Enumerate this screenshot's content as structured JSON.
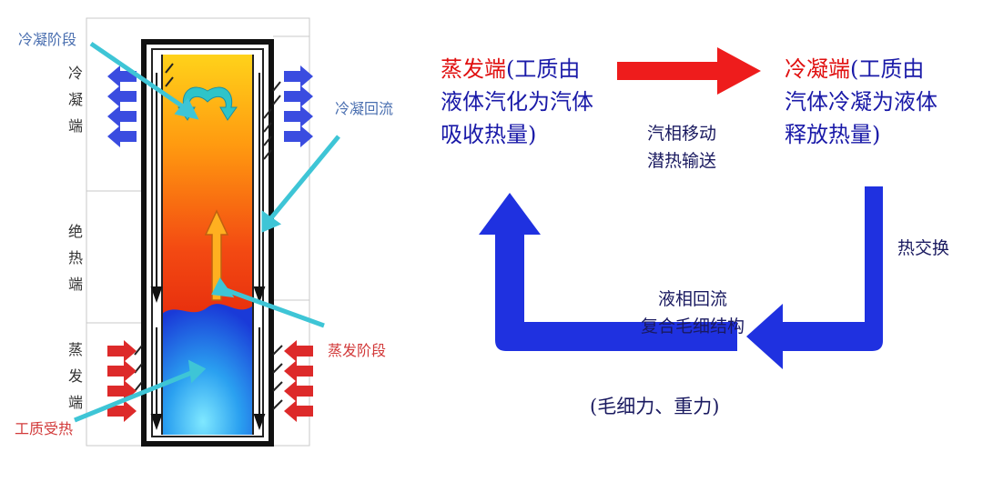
{
  "pipe": {
    "label_condense_stage": "冷凝阶段",
    "label_condense_return": "冷凝回流",
    "label_evap_stage": "蒸发阶段",
    "label_fluid_heated": "工质受热",
    "side_condense_end": "冷凝端",
    "side_adiabatic_end": "绝热端",
    "side_evap_end": "蒸发端"
  },
  "cycle": {
    "evap_title": "蒸发端",
    "evap_desc_1": "(工质由",
    "evap_desc_2": "液体汽化为汽体",
    "evap_desc_3": "吸收热量)",
    "cond_title": "冷凝端",
    "cond_desc_1": "(工质由",
    "cond_desc_2": "汽体冷凝为液体",
    "cond_desc_3": "释放热量)",
    "vapor_1": "汽相移动",
    "vapor_2": "潜热输送",
    "heat_exchange": "热交换",
    "liquid_1": "液相回流",
    "liquid_2": "复合毛细结构",
    "force": "(毛细力、重力)"
  },
  "colors": {
    "red_arrow": "#ee1c1c",
    "blue_arrow": "#1f31e0",
    "heat_in": "#dd2a2a",
    "heat_out": "#3a4ce0",
    "callout": "#3ec5d6"
  }
}
